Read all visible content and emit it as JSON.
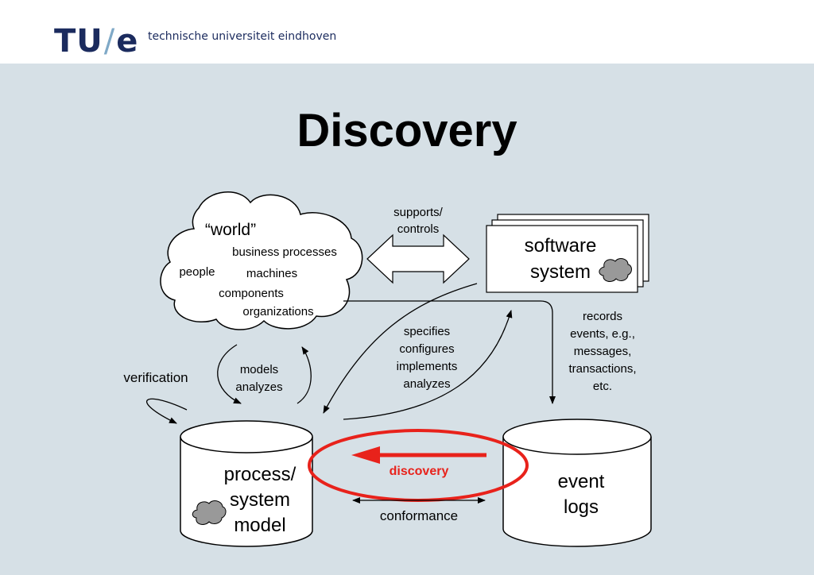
{
  "header": {
    "logo_tu": "TU",
    "logo_slash": "/",
    "logo_e": "e",
    "org_name": "technische universiteit eindhoven"
  },
  "slide": {
    "title": "Discovery"
  },
  "diagram": {
    "world": {
      "title": "“world”",
      "items": [
        "business processes",
        "people",
        "machines",
        "components",
        "organizations"
      ]
    },
    "arrow_supports": [
      "supports/",
      "controls"
    ],
    "software_system": [
      "software",
      "system"
    ],
    "records": [
      "records",
      "events, e.g.,",
      "messages,",
      "transactions,",
      "etc."
    ],
    "specifies": [
      "specifies",
      "configures",
      "implements",
      "analyzes"
    ],
    "models_analyzes": [
      "models",
      "analyzes"
    ],
    "verification": "verification",
    "process_model": [
      "process/",
      "system",
      "model"
    ],
    "event_logs": [
      "event",
      "logs"
    ],
    "discovery": "discovery",
    "conformance": "conformance",
    "highlight_color": "#e8221b"
  }
}
